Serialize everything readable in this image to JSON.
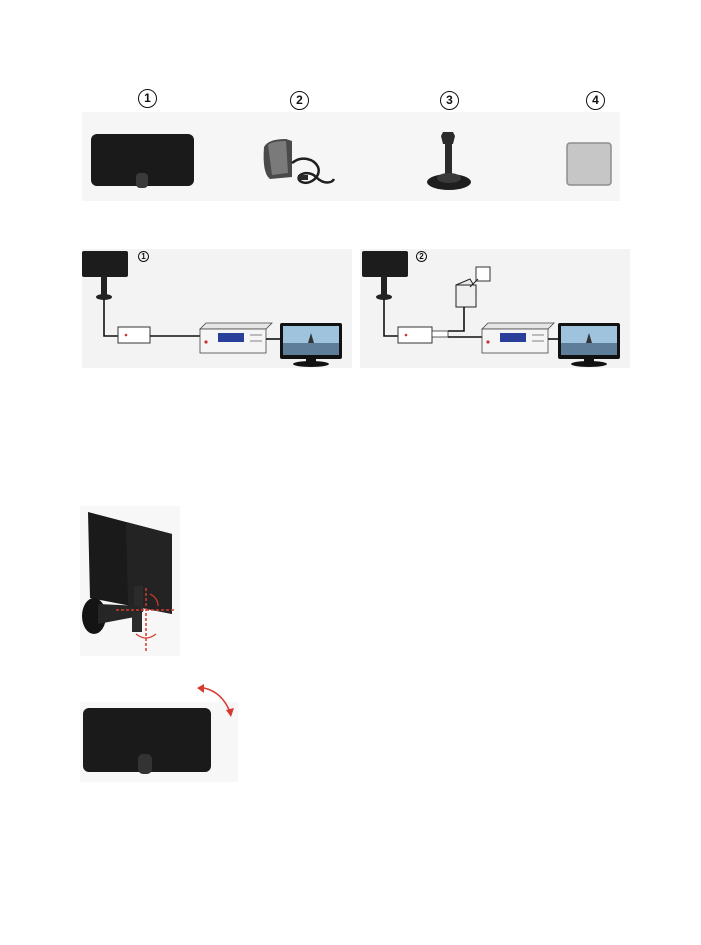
{
  "parts_row": {
    "labels": [
      "1",
      "2",
      "3",
      "4"
    ],
    "icons": [
      "flat-antenna-icon",
      "power-adapter-icon",
      "suction-stand-icon",
      "adhesive-pad-icon"
    ]
  },
  "setup_diagrams": {
    "labels": [
      "1",
      "2"
    ],
    "icons": [
      "antenna-icon",
      "amplifier-icon",
      "set-top-box-icon",
      "tv-icon",
      "power-adapter-icon"
    ]
  },
  "colors": {
    "antenna": "#1c1c1c",
    "panel_bg": "#f3f3f3",
    "pad": "#c8c8c8",
    "arrow": "#d63a2e",
    "display": "#2a3f9a"
  }
}
